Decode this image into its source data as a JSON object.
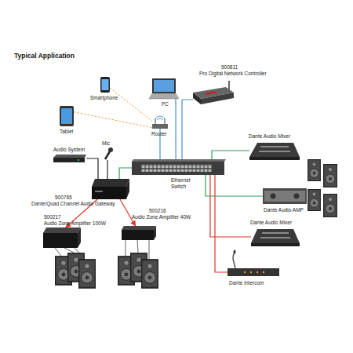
{
  "diagram": {
    "title": "Typical Application",
    "nodes": [
      {
        "text": [
          "Smartphone"
        ]
      },
      {
        "text": [
          "PC"
        ]
      },
      {
        "text": [
          "500811",
          "Pro Digital Network Controller"
        ]
      },
      {
        "text": [
          "Tablet"
        ]
      },
      {
        "text": [
          "Router"
        ]
      },
      {
        "text": [
          "Dante Audio Mixer"
        ]
      },
      {
        "text": [
          "Audio System"
        ]
      },
      {
        "text": [
          "Mic"
        ]
      },
      {
        "text": [
          "Ethernet Switch"
        ]
      },
      {
        "text": [
          "500765",
          "Dante/Quad Channel Audio Gateway"
        ]
      },
      {
        "text": [
          "Dante Audio AMP"
        ]
      },
      {
        "text": [
          "500216",
          "Audio Zone Amplifier 40W"
        ]
      },
      {
        "text": [
          "500217",
          "Audio Zone Amplifier 100W"
        ]
      },
      {
        "text": [
          "Dante Audio Mixer"
        ]
      },
      {
        "text": [
          "Dante Intercom"
        ]
      }
    ],
    "edges": [
      {
        "from": 0,
        "to": 4,
        "arrow": "none"
      },
      {
        "from": 3,
        "to": 4,
        "arrow": "none"
      },
      {
        "from": 1,
        "to": 8,
        "arrow": "none"
      },
      {
        "from": 4,
        "to": 8,
        "arrow": "none"
      },
      {
        "from": 2,
        "to": 8,
        "arrow": "none"
      },
      {
        "from": 8,
        "to": 5,
        "arrow": "none"
      },
      {
        "from": 8,
        "to": 10,
        "arrow": "none"
      },
      {
        "from": 8,
        "to": 13,
        "arrow": "none"
      },
      {
        "from": 8,
        "to": 14,
        "arrow": "none"
      },
      {
        "from": 8,
        "to": 9,
        "arrow": "none"
      },
      {
        "from": 6,
        "to": 9,
        "arrow": "none"
      },
      {
        "from": 7,
        "to": 9,
        "arrow": "none"
      },
      {
        "from": 9,
        "to": 12,
        "arrow": "to"
      },
      {
        "from": 9,
        "to": 11,
        "arrow": "to"
      }
    ]
  }
}
